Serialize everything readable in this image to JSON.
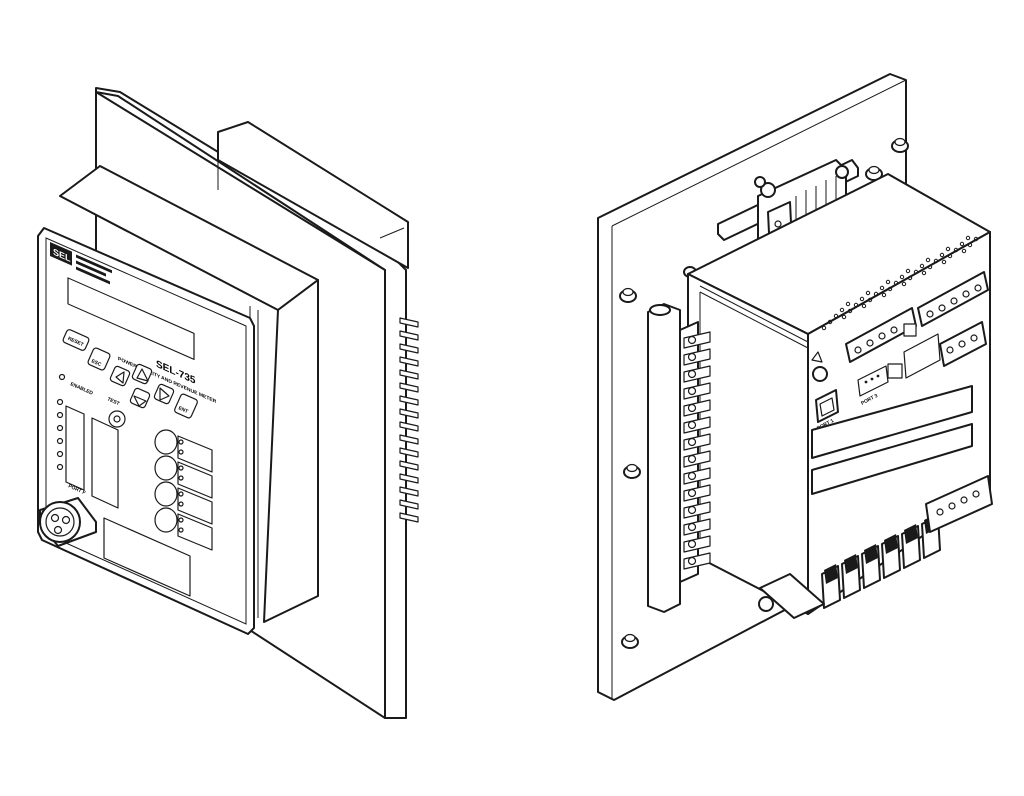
{
  "front_view": {
    "logo_text": "SEL",
    "model": "SEL-735",
    "subtitle": "POWER QUALITY AND REVENUE METER",
    "enabled_label": "ENABLED",
    "reset_label": "RESET",
    "esc_label": "ESC",
    "ent_label": "ENT",
    "test_label": "TEST",
    "port_label": "PORT F",
    "target_led_count": 6,
    "pushbutton_count": 4
  },
  "rear_view": {
    "port_label": "PORT 1",
    "serial_port_label": "PORT 3",
    "side_terminal_count": 14
  },
  "colors": {
    "line": "#1a1a1a",
    "fill": "#ffffff",
    "background": "#ffffff"
  }
}
